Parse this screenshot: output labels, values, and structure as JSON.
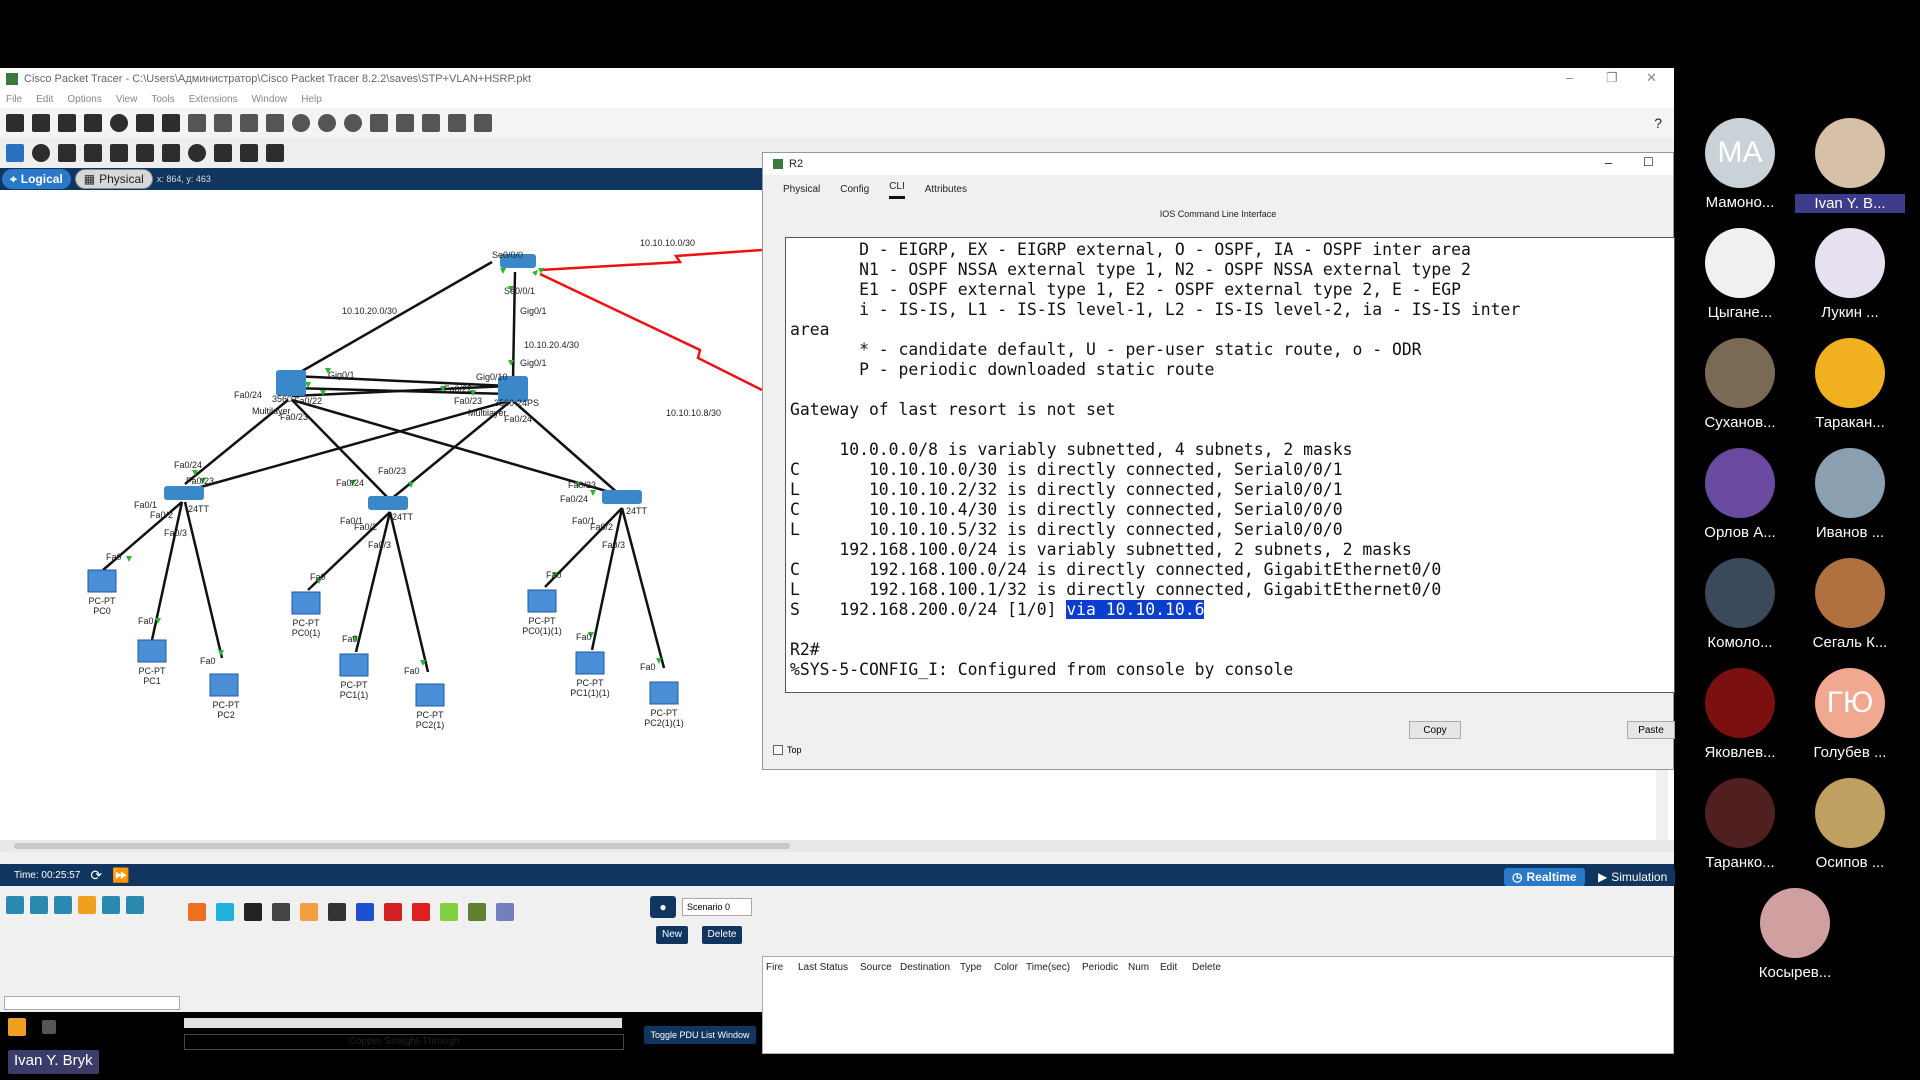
{
  "window": {
    "title": "Cisco Packet Tracer - C:\\Users\\Администратор\\Cisco Packet Tracer 8.2.2\\saves\\STP+VLAN+HSRP.pkt",
    "menu": [
      "File",
      "Edit",
      "Options",
      "View",
      "Tools",
      "Extensions",
      "Window",
      "Help"
    ],
    "help_icon": "?"
  },
  "view": {
    "logical": "Logical",
    "physical": "Physical",
    "coords": "x: 864, y: 463"
  },
  "topology": {
    "labels": {
      "se000": "Se0/0/0",
      "se001": "Se0/0/1",
      "gig01a": "Gig0/1",
      "gig01b": "Gig0/1",
      "net1030": "10.10.10.0/30",
      "net2030": "10.10.20.0/30",
      "net2040": "10.10.20.4/30",
      "net1080": "10.10.10.8/30",
      "sw_left_gig": "Gig0/1",
      "sw_right_gig": "Gig0/10",
      "fa022a": "Fa0/22",
      "fa022b": "Fa0/22",
      "fa023a": "Fa0/23",
      "fa023b": "Fa0/23",
      "fa024a": "Fa0/24",
      "fa024b": "Fa0/24",
      "ml_left": "3560",
      "ml_right": "3560-24PS",
      "mls1": "Multilayer",
      "mls2": "Multilayer",
      "fa024c": "Fa0/24",
      "fa023c": "Fa0/23",
      "fa024d": "Fa0/24",
      "fa023d": "Fa0/23",
      "fa023e": "Fa0/23",
      "fa024e": "Fa0/24",
      "sw1_tt": "24TT",
      "sw2_tt": "24TT",
      "sw3_tt": "24TT",
      "fa02a": "Fa0/2",
      "fa03a": "Fa0/3",
      "fa02b": "Fa0/2",
      "fa03b": "Fa0/3",
      "fa02c": "Fa0/2",
      "fa03c": "Fa0/3",
      "fa01a": "Fa0/1",
      "fa01b": "Fa0/1",
      "fa01c": "Fa0/1"
    },
    "pcs": [
      {
        "type": "PC-PT",
        "name": "PC0"
      },
      {
        "type": "PC-PT",
        "name": "PC1"
      },
      {
        "type": "PC-PT",
        "name": "PC2"
      },
      {
        "type": "PC-PT",
        "name": "PC0(1)"
      },
      {
        "type": "PC-PT",
        "name": "PC1(1)"
      },
      {
        "type": "PC-PT",
        "name": "PC2(1)"
      },
      {
        "type": "PC-PT",
        "name": "PC0(1)(1)"
      },
      {
        "type": "PC-PT",
        "name": "PC1(1)(1)"
      },
      {
        "type": "PC-PT",
        "name": "PC2(1)(1)"
      }
    ],
    "fa0": "Fa0"
  },
  "r2": {
    "title": "R2",
    "tabs": [
      "Physical",
      "Config",
      "CLI",
      "Attributes"
    ],
    "ios_label": "IOS Command Line Interface",
    "lines": [
      "       D - EIGRP, EX - EIGRP external, O - OSPF, IA - OSPF inter area",
      "       N1 - OSPF NSSA external type 1, N2 - OSPF NSSA external type 2",
      "       E1 - OSPF external type 1, E2 - OSPF external type 2, E - EGP",
      "       i - IS-IS, L1 - IS-IS level-1, L2 - IS-IS level-2, ia - IS-IS inter",
      "area",
      "       * - candidate default, U - per-user static route, o - ODR",
      "       P - periodic downloaded static route",
      "",
      "Gateway of last resort is not set",
      "",
      "     10.0.0.0/8 is variably subnetted, 4 subnets, 2 masks",
      "C       10.10.10.0/30 is directly connected, Serial0/0/1",
      "L       10.10.10.2/32 is directly connected, Serial0/0/1",
      "C       10.10.10.4/30 is directly connected, Serial0/0/0",
      "L       10.10.10.5/32 is directly connected, Serial0/0/0",
      "     192.168.100.0/24 is variably subnetted, 2 subnets, 2 masks",
      "C       192.168.100.0/24 is directly connected, GigabitEthernet0/0",
      "L       192.168.100.1/32 is directly connected, GigabitEthernet0/0"
    ],
    "static_prefix": "S    192.168.200.0/24 [1/0] ",
    "static_hl": "via 10.10.10.6",
    "prompt": "R2#",
    "syslog": "%SYS-5-CONFIG_I: Configured from console by console",
    "copy": "Copy",
    "paste": "Paste",
    "top": "Top"
  },
  "status": {
    "time": "Time: 00:25:57",
    "realtime": "Realtime",
    "simulation": "Simulation"
  },
  "bottom": {
    "cable_label": "Copper Straight-Through",
    "scenario": "Scenario 0",
    "new": "New",
    "delete": "Delete",
    "toggle": "Toggle PDU List Window",
    "pdu_headers": [
      "Fire",
      "Last Status",
      "Source",
      "Destination",
      "Type",
      "Color",
      "Time(sec)",
      "Periodic",
      "Num",
      "Edit",
      "Delete"
    ]
  },
  "participants": [
    {
      "initials": "МА",
      "name": "Мамоно...",
      "color": "#c9d2d6"
    },
    {
      "initials": "",
      "name": "Ivan Y. B...",
      "color": "#d6c0a8",
      "active": true
    },
    {
      "initials": "",
      "name": "Цыгане...",
      "color": "#f0f0f0"
    },
    {
      "initials": "",
      "name": "Лукин ...",
      "color": "#e6e0f0"
    },
    {
      "initials": "",
      "name": "Суханов...",
      "color": "#7a6a55"
    },
    {
      "initials": "",
      "name": "Таракан...",
      "color": "#f0b020"
    },
    {
      "initials": "",
      "name": "Орлов А...",
      "color": "#6a4aa0"
    },
    {
      "initials": "",
      "name": "Иванов ...",
      "color": "#8aa0b0"
    },
    {
      "initials": "",
      "name": "Комоло...",
      "color": "#3a4a5a"
    },
    {
      "initials": "",
      "name": "Сегаль К...",
      "color": "#b07040"
    },
    {
      "initials": "",
      "name": "Яковлев...",
      "color": "#7a1010"
    },
    {
      "initials": "ГЮ",
      "name": "Голубев ...",
      "color": "#f0a890"
    },
    {
      "initials": "",
      "name": "Таранко...",
      "color": "#502020"
    },
    {
      "initials": "",
      "name": "Осипов ...",
      "color": "#c0a060"
    },
    {
      "initials": "",
      "name": "Косырев...",
      "color": "#d0a0a0"
    }
  ],
  "presenter": "Ivan Y. Bryk"
}
